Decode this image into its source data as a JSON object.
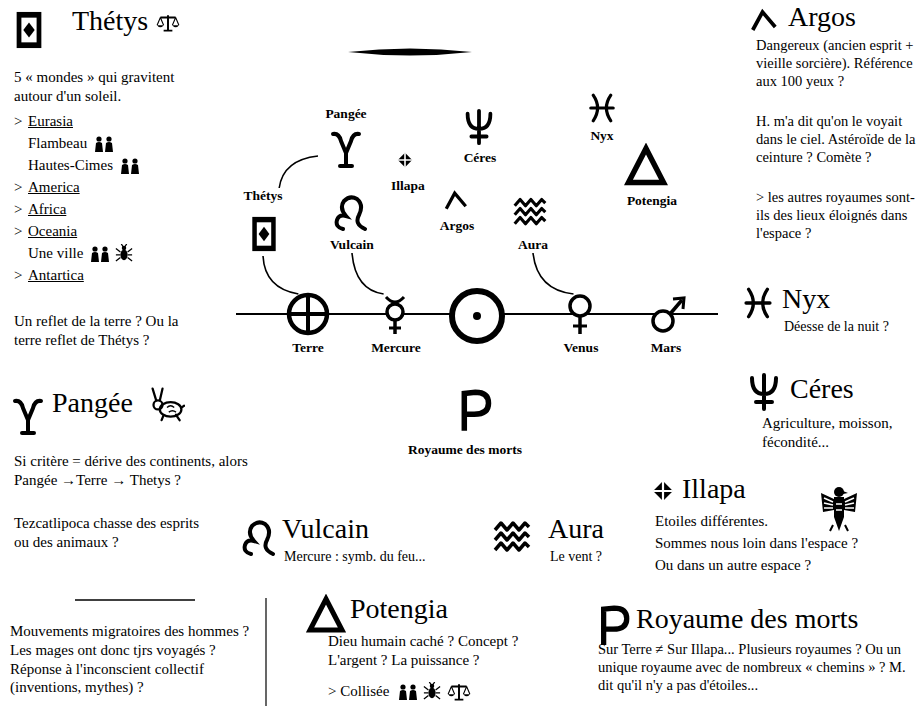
{
  "diagram": {
    "nodes": [
      {
        "text": [
          "Thétys"
        ]
      },
      {
        "text": [
          "Pangée"
        ]
      },
      {
        "text": [
          "Illapa"
        ]
      },
      {
        "text": [
          "Céres"
        ]
      },
      {
        "text": [
          "Argos"
        ]
      },
      {
        "text": [
          "Nyx"
        ]
      },
      {
        "text": [
          "Potengia"
        ]
      },
      {
        "text": [
          "Vulcain"
        ]
      },
      {
        "text": [
          "Aura"
        ]
      },
      {
        "text": [
          "Terre"
        ]
      },
      {
        "text": [
          "Mercure"
        ]
      },
      {
        "text": [
          "Venus"
        ]
      },
      {
        "text": [
          "Mars"
        ]
      },
      {
        "text": [
          "Royaume des morts"
        ]
      }
    ],
    "edges": [
      {
        "from": 0,
        "to": 1,
        "arrow": "none"
      },
      {
        "from": 0,
        "to": 9,
        "arrow": "none"
      },
      {
        "from": 7,
        "to": 10,
        "arrow": "none"
      },
      {
        "from": 8,
        "to": 11,
        "arrow": "none"
      },
      {
        "from": 9,
        "to": 10,
        "arrow": "none"
      },
      {
        "from": 11,
        "to": 12,
        "arrow": "none"
      }
    ],
    "labels": [
      "Thétys",
      "5 « mondes » qui gravitent autour d'un soleil.",
      ">",
      "Eurasia",
      "Flambeau",
      "Hautes-Cimes",
      ">",
      "America",
      ">",
      "Africa",
      ">",
      "Oceania",
      "Une ville",
      ">",
      "Antartica",
      "Un reflet de la terre ? Ou la terre reflet de Thétys ?",
      "Argos",
      "Dangereux (ancien esprit + vieille sorcière). Référence aux 100 yeux ?",
      "H. m'a dit qu'on le voyait dans le ciel. Astéroïde de la ceinture ? Comète ?",
      "> les autres royaumes sont-ils des lieux éloignés dans l'espace ?",
      "Nyx",
      "Déesse de la nuit ?",
      "Céres",
      "Agriculture, moisson, fécondité...",
      "Illapa",
      "Etoiles différentes.",
      "Sommes nous loin dans l'espace ?",
      "Ou dans un autre espace ?",
      "Pangée",
      "Si critère = dérive des continents, alors Pangée →Terre → Thetys ?",
      "Tezcatlipoca chasse des esprits ou des animaux ?",
      "Vulcain",
      "Mercure : symb. du feu...",
      "Aura",
      "Le vent ?",
      "Mouvements migratoires des hommes ? Les mages ont donc tjrs voyagés ? Réponse à l'inconscient collectif (inventions, mythes) ?",
      "Potengia",
      "Dieu humain caché ? Concept ? L'argent ? La puissance ?",
      "> Collisée",
      "Royaume des morts",
      "Sur Terre ≠ Sur Illapa... Plusieurs royaumes ? Ou un unique royaume avec de nombreux « chemins » ? M. dit qu'il n'y a pas d'étoiles..."
    ]
  }
}
